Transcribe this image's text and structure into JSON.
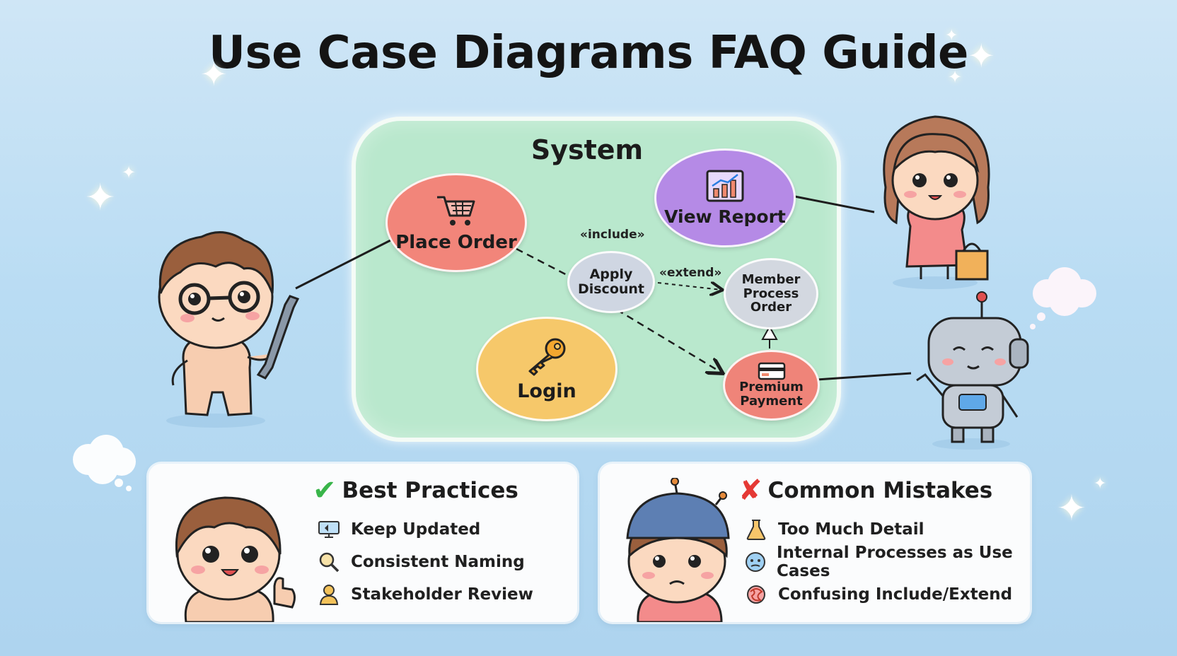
{
  "title": "Use Case Diagrams FAQ Guide",
  "system": {
    "label": "System",
    "use_cases": {
      "place_order": "Place Order",
      "view_report": "View Report",
      "apply_discount_l1": "Apply",
      "apply_discount_l2": "Discount",
      "member_process_l1": "Member",
      "member_process_l2": "Process",
      "member_process_l3": "Order",
      "login": "Login",
      "premium_payment_l1": "Premium",
      "premium_payment_l2": "Payment"
    },
    "stereotypes": {
      "include": "«include»",
      "extend": "«extend»"
    }
  },
  "best_practices": {
    "heading": "Best Practices",
    "items": [
      {
        "label": "Keep Updated",
        "icon": "monitor-icon"
      },
      {
        "label": "Consistent Naming",
        "icon": "magnifier-icon"
      },
      {
        "label": "Stakeholder Review",
        "icon": "person-icon"
      }
    ]
  },
  "common_mistakes": {
    "heading": "Common Mistakes",
    "items": [
      {
        "label": "Too Much Detail",
        "icon": "flask-icon"
      },
      {
        "label": "Internal Processes as Use Cases",
        "icon": "confused-face-icon"
      },
      {
        "label": "Confusing Include/Extend",
        "icon": "tangle-icon"
      }
    ]
  },
  "colors": {
    "background": "#b9dcf3",
    "system_box": "#b9e8cd",
    "place_order": "#f2857a",
    "view_report": "#b58ae6",
    "apply_discount": "#cfd6e2",
    "member_process": "#d3d8e0",
    "login": "#f6c86a",
    "premium_payment": "#ef8479",
    "check": "#39b54a",
    "cross": "#e53935"
  }
}
